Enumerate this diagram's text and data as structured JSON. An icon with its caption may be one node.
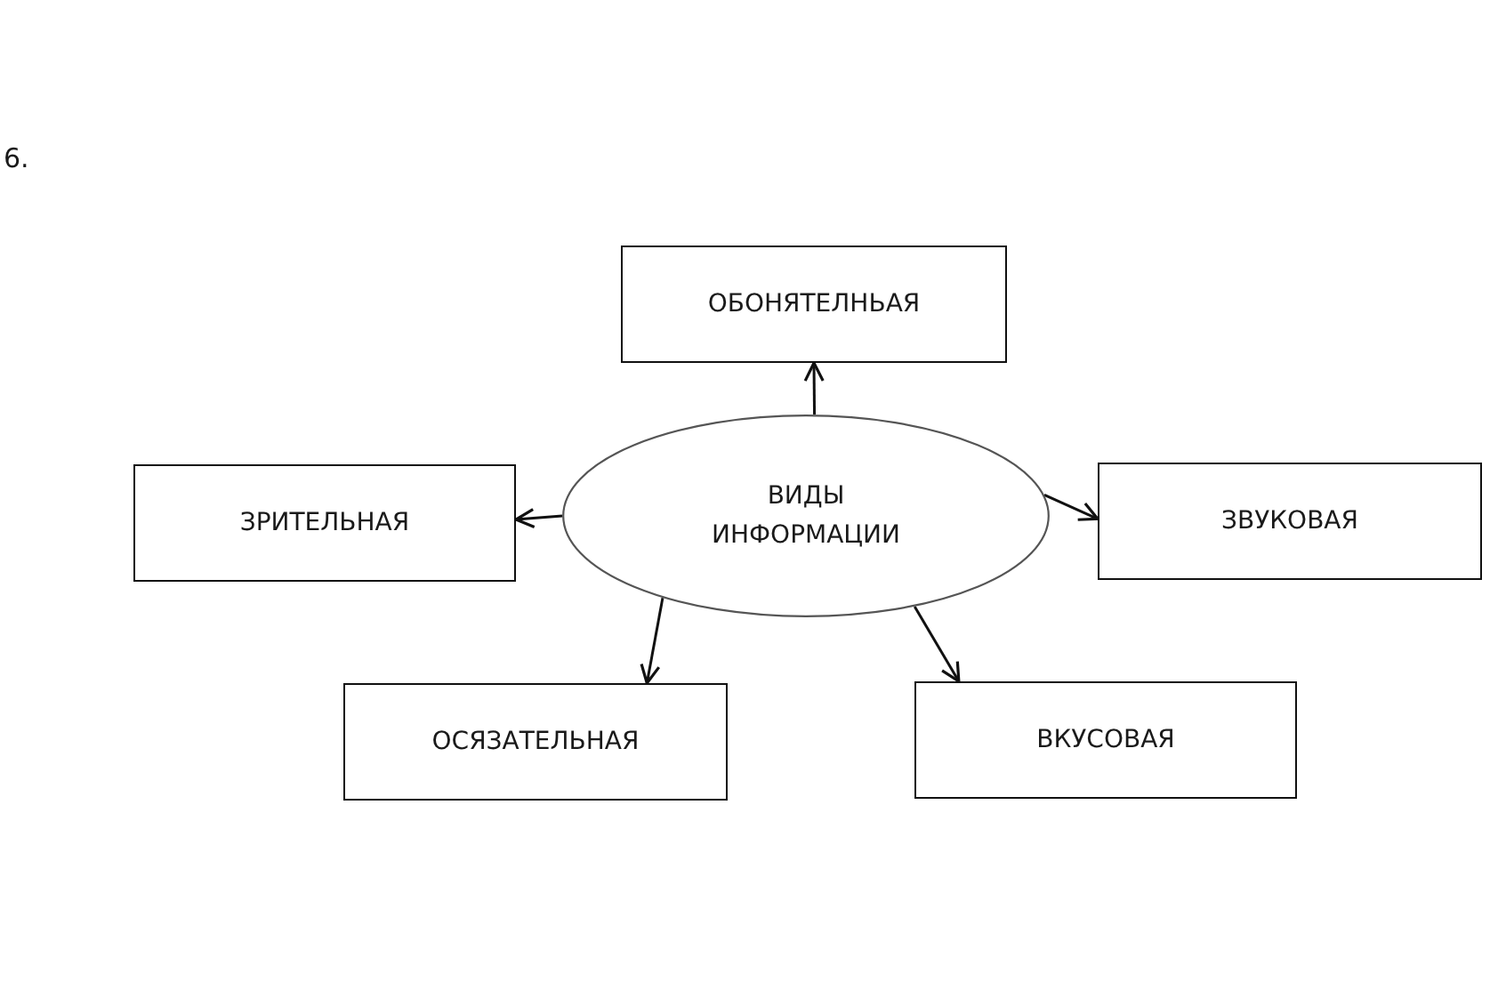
{
  "diagram": {
    "nodes": [
      {
        "text": [
          "ОБОНЯТЕЛНЬАЯ"
        ]
      },
      {
        "text": [
          "ЗРИТЕЛЬНАЯ"
        ]
      },
      {
        "text": [
          "ВИДЫ ИНФОРМАЦИИ"
        ]
      },
      {
        "text": [
          "ЗВУКОВАЯ"
        ]
      },
      {
        "text": [
          "ОСЯЗАТЕЛЬНАЯ"
        ]
      },
      {
        "text": [
          "ВКУСОВАЯ"
        ]
      }
    ],
    "edges": [
      {
        "from": 2,
        "to": 0,
        "arrow": "to"
      },
      {
        "from": 2,
        "to": 1,
        "arrow": "to"
      },
      {
        "from": 2,
        "to": 3,
        "arrow": "to"
      },
      {
        "from": 2,
        "to": 4,
        "arrow": "to"
      },
      {
        "from": 2,
        "to": 5,
        "arrow": "to"
      }
    ],
    "labels": [
      "6."
    ]
  }
}
